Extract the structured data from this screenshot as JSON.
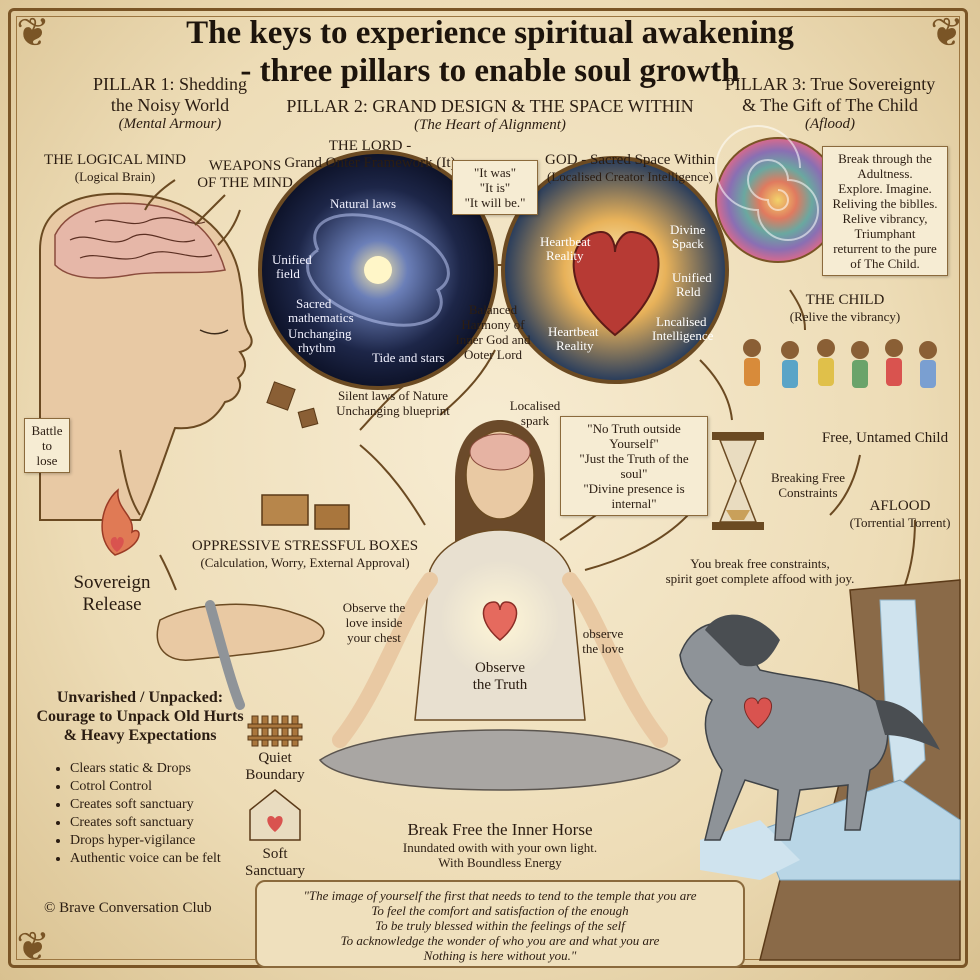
{
  "title": {
    "line1": "The keys to experience spiritual awakening",
    "line2": "- three pillars to enable soul growth"
  },
  "pillar1": {
    "title_line1": "PILLAR 1: Shedding",
    "title_line2": "the Noisy World",
    "subtitle": "(Mental Armour)",
    "logical_mind": "THE LOGICAL MIND",
    "logical_brain": "(Logical Brain)",
    "weapons_line1": "WEAPONS",
    "weapons_line2": "OF THE MIND",
    "battle_line1": "Battle",
    "battle_line2": "to lose",
    "sovereign_line1": "Sovereign",
    "sovereign_line2": "Release",
    "boxes_title": "OPPRESSIVE STRESSFUL BOXES",
    "boxes_sub": "(Calculation, Worry, External Approval)",
    "unpack_line1": "Unvarished / Unpacked:",
    "unpack_line2": "Courage to Unpack Old Hurts",
    "unpack_line3": "& Heavy Expectations",
    "bullets": [
      "Clears static & Drops",
      "Cotrol Control",
      "Creates soft sanctuary",
      "Creates soft sanctuary",
      "Drops hyper-vigilance",
      "Authentic voice can be felt"
    ],
    "quiet_line1": "Quiet",
    "quiet_line2": "Boundary",
    "soft_line1": "Soft",
    "soft_line2": "Sanctuary",
    "copyright": "© Brave Conversation Club"
  },
  "pillar2": {
    "title": "PILLAR 2: GRAND DESIGN & THE SPACE WITHIN",
    "subtitle": "(The Heart of Alignment)",
    "lord_line1": "THE LORD -",
    "lord_line2": "Grand Onter Framework (It)",
    "cosmos_labels": [
      "Natural laws",
      "Unified",
      "field",
      "Sacred",
      "mathematics",
      "Unchanging",
      "rhythm",
      "Tide and stars"
    ],
    "quote_lines": [
      "\"It was\"",
      "\"It is\"",
      "\"It will be.\""
    ],
    "god_line1": "GOD - Sacred Space Within",
    "god_line2": "(Localised Creator Intelligence)",
    "heart_labels": [
      "Heartbeat",
      "Reality",
      "Divine",
      "Spack",
      "Unified",
      "Reld",
      "Lncalised",
      "Intelligence",
      "Heartbeat",
      "Reality"
    ],
    "balanced_lines": [
      "Balanced",
      "Harmony of",
      "Inner God and",
      "Ooter Lord"
    ],
    "silent_line1": "Silent laws of Nature",
    "silent_line2": "Unchanging blueprint",
    "spark_line1": "Localised",
    "spark_line2": "spark",
    "truth_lines": [
      "\"No Truth outside Yourself\"",
      "\"Just the Truth of the soul\"",
      "\"Divine presence is internal\""
    ],
    "observe_chest_lines": [
      "Observe the",
      "love inside",
      "your chest"
    ],
    "observe_love_lines": [
      "observe",
      "the love"
    ],
    "observe_truth_lines": [
      "Observe",
      "the Truth"
    ],
    "horse_title": "Break Free the Inner Horse",
    "horse_line1": "Inundated owith with your own light.",
    "horse_line2": "With Boundless Energy"
  },
  "pillar3": {
    "title_line1": "PILLAR 3: True Sovereignty",
    "title_line2": "& The Gift of The Child",
    "subtitle": "(Aflood)",
    "child_note_lines": [
      "Break through the",
      "Adultness.",
      "Explore. Imagine.",
      "Reliving the biblles.",
      "Relive vibrancy,",
      "Triumphant",
      "returrent to the pure",
      "of The Child."
    ],
    "child_title": "THE CHILD",
    "child_sub": "(Relive the vibrancy)",
    "free_child": "Free, Untamed Child",
    "breaking_line1": "Breaking Free",
    "breaking_line2": "Constraints",
    "aflood_title": "AFLOOD",
    "aflood_sub": "(Torrential Torrent)",
    "spirit_line1": "You break free constraints,",
    "spirit_line2": "spirit goet complete affood with joy."
  },
  "closing_quote": [
    "\"The image of yourself  the first that needs to tend to the temple that you are",
    "To feel the comfort and satisfaction of the enough",
    "To be truly blessed within the feelings of the self",
    "To acknowledge the wonder of who you are and what you are",
    "Nothing is here without you.\""
  ],
  "colors": {
    "parchment": "#efe2c4",
    "ink": "#2b1d12",
    "frame": "#7a5526",
    "heart": "#d9534f"
  }
}
